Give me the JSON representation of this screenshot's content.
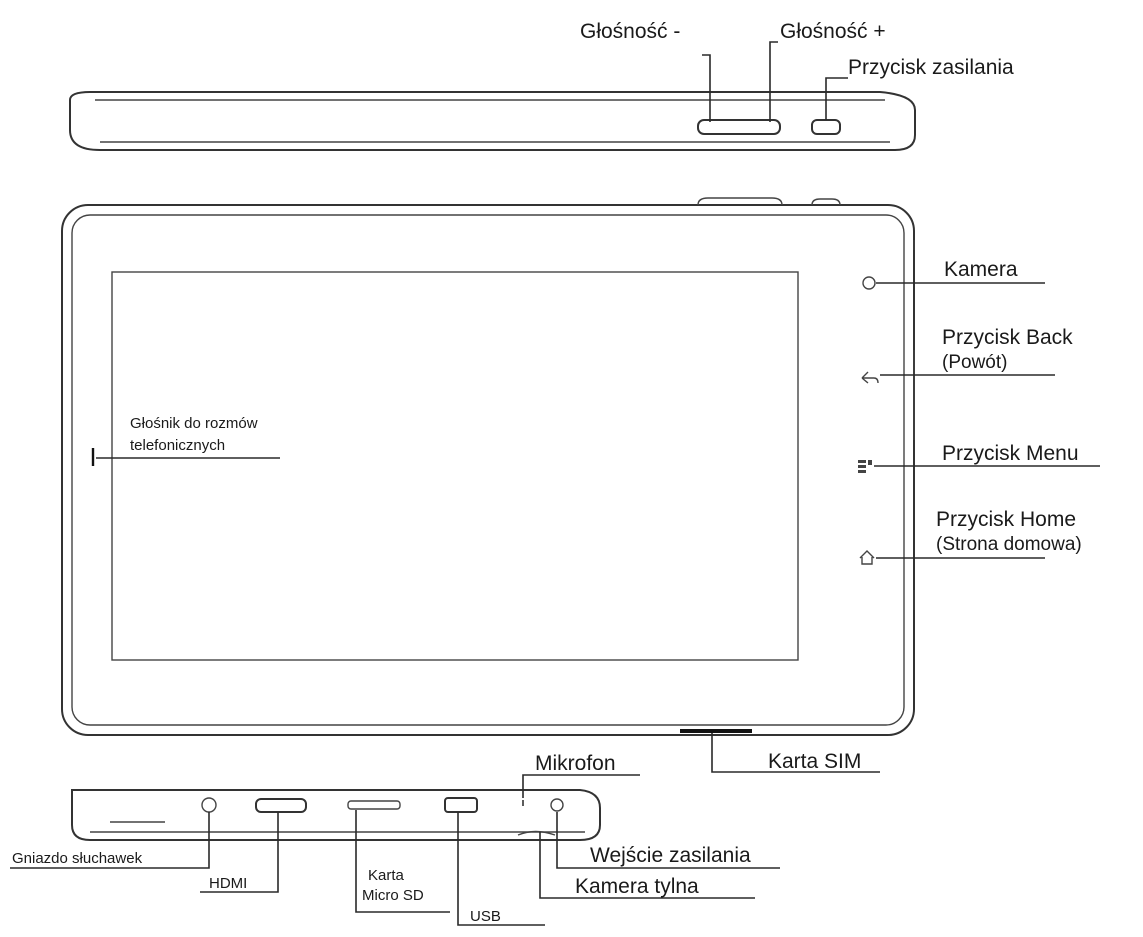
{
  "labels": {
    "volume_down": "Głośność -",
    "volume_up": "Głośność +",
    "power_button": "Przycisk zasilania",
    "camera": "Kamera",
    "back_button_line1": "Przycisk Back",
    "back_button_line2": "(Powót)",
    "menu_button": "Przycisk Menu",
    "home_button_line1": "Przycisk Home",
    "home_button_line2": "(Strona domowa)",
    "speaker_line1": "Głośnik do rozmów",
    "speaker_line2": "telefonicznych",
    "sim_card": "Karta SIM",
    "microphone": "Mikrofon",
    "headphone_jack": "Gniazdo słuchawek",
    "hdmi": "HDMI",
    "microsd_line1": "Karta",
    "microsd_line2": "Micro SD",
    "usb": "USB",
    "power_input": "Wejście zasilania",
    "rear_camera": "Kamera tylna"
  },
  "colors": {
    "line": "#2a2a2a",
    "text": "#1a1a1a",
    "background": "#ffffff"
  }
}
